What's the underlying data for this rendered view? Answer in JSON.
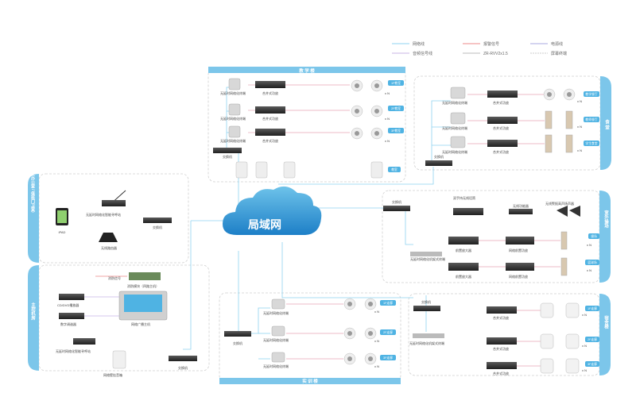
{
  "legend": {
    "network_line": "网络线",
    "alarm_signal": "报警信号",
    "power_line": "电源线",
    "audio_signal": "音频信号线",
    "zr_cable": "ZR-RVV2x1.5",
    "rs_line": "屏幕终端"
  },
  "cloud_label": "局域网",
  "zones": {
    "teaching": "教 学 楼",
    "canteen": "食 堂",
    "outdoor": "室外操场",
    "dorm": "宿舍楼",
    "training": "实 训 楼",
    "office": "办公中心（办公室 / 值班门卫室）",
    "control": "主控机房"
  },
  "labels": {
    "terminal": "无延时网络化终端",
    "amp": "合并式功放",
    "switch": "交换机",
    "pre_amp": "前置放大器",
    "div_amp": "网络前置功放",
    "xN": "x N",
    "mic": "无延时网络化智能寻呼站",
    "router": "无线路由器",
    "ipad": "iPAD",
    "fire": "消防信号",
    "fire_module": "消防模块（四路主机）",
    "cd": "CD/DVD播放器",
    "tuner": "数字调谐器",
    "host": "网络广播主机",
    "desk_mic": "无延时网络化智能寻呼站",
    "speaker_wall": "网络壁挂音箱",
    "wireless_mic": "双手持无线话筒",
    "wireless_rx": "无线功能器",
    "rack_terminal": "无延时网络化机架式终端",
    "horn_outdoor": "无线警报高声扬声器",
    "rack_terminal2": "无延时网络化机架式终端"
  },
  "tags": {
    "t1": "1F教室",
    "t2": "2F教室",
    "t3": "3F教室",
    "t4": "教室",
    "c1": "教学餐厅",
    "c2": "教师餐厅",
    "c3": "学生食堂",
    "o1": "操场",
    "o2": "篮球场",
    "s1": "1F走廊",
    "s2": "2F走廊",
    "s3": "3F走廊",
    "d1": "1F走廊",
    "d2": "2F走廊",
    "d3": "3F走廊"
  }
}
